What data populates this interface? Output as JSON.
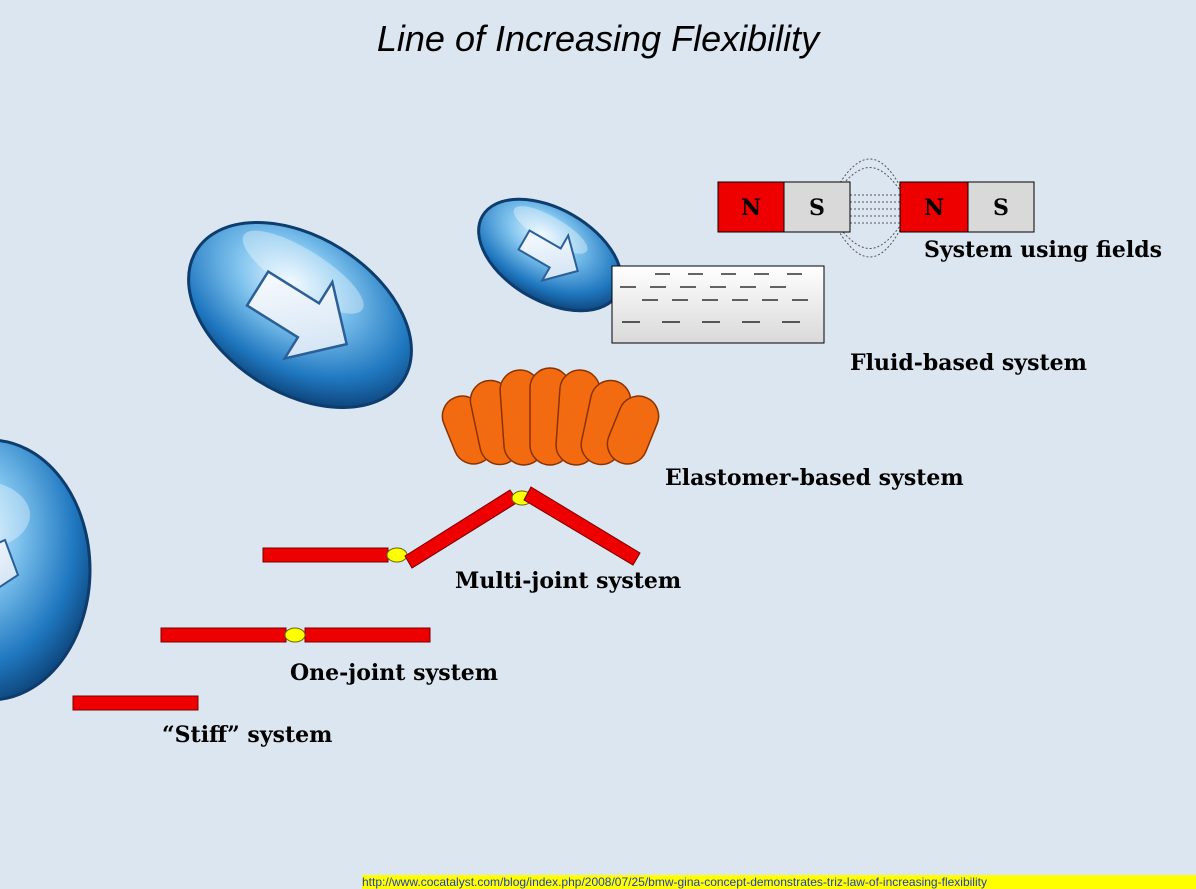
{
  "title": "Line of Increasing Flexibility",
  "stages": {
    "stiff": "“Stiff” system",
    "one_joint": "One-joint system",
    "multi_joint": "Multi-joint system",
    "elastomer": "Elastomer-based system",
    "fluid": "Fluid-based system",
    "fields": "System using fields"
  },
  "magnets": {
    "left_n": "N",
    "left_s": "S",
    "right_n": "N",
    "right_s": "S"
  },
  "source_url": "http://www.cocatalyst.com/blog/index.php/2008/07/25/bmw-gina-concept-demonstrates-triz-law-of-increasing-flexibility",
  "colors": {
    "background": "#dce6f1",
    "bar_red": "#ee0000",
    "joint_yellow": "#ffff00",
    "elastomer_orange": "#f26b10",
    "arrow_blue": "#2a86c8",
    "magnet_n": "#ee0000",
    "magnet_s": "#d9d9d9"
  },
  "icons": [
    "arrow-bubble-icon"
  ]
}
